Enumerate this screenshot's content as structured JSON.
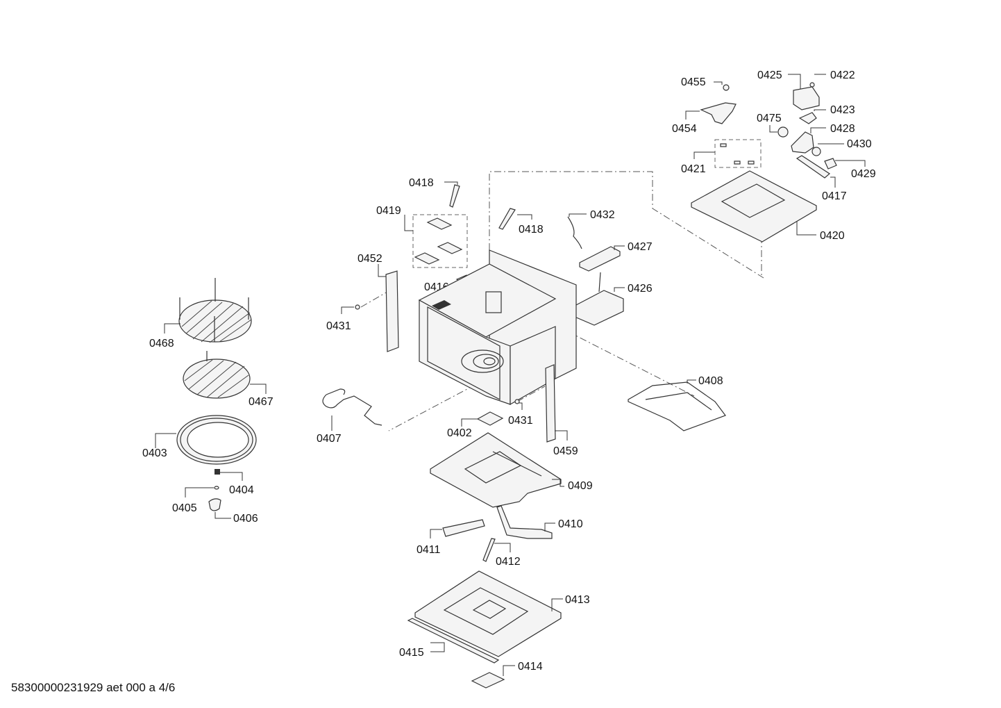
{
  "document": {
    "footer_code": "58300000231929 aet 000 a 4/6"
  },
  "parts": {
    "p0455": "0455",
    "p0425": "0425",
    "p0422": "0422",
    "p0423": "0423",
    "p0454": "0454",
    "p0475": "0475",
    "p0428": "0428",
    "p0430": "0430",
    "p0421": "0421",
    "p0429": "0429",
    "p0417": "0417",
    "p0420": "0420",
    "p0418a": "0418",
    "p0418b": "0418",
    "p0432": "0432",
    "p0419": "0419",
    "p0427": "0427",
    "p0452": "0452",
    "p0416": "0416",
    "p0426": "0426",
    "p0431a": "0431",
    "p0431b": "0431",
    "p0468": "0468",
    "p0467": "0467",
    "p0408": "0408",
    "p0407": "0407",
    "p0402": "0402",
    "p0459": "0459",
    "p0403": "0403",
    "p0409": "0409",
    "p0404": "0404",
    "p0405": "0405",
    "p0406": "0406",
    "p0410": "0410",
    "p0411": "0411",
    "p0412": "0412",
    "p0413": "0413",
    "p0415": "0415",
    "p0414": "0414"
  }
}
